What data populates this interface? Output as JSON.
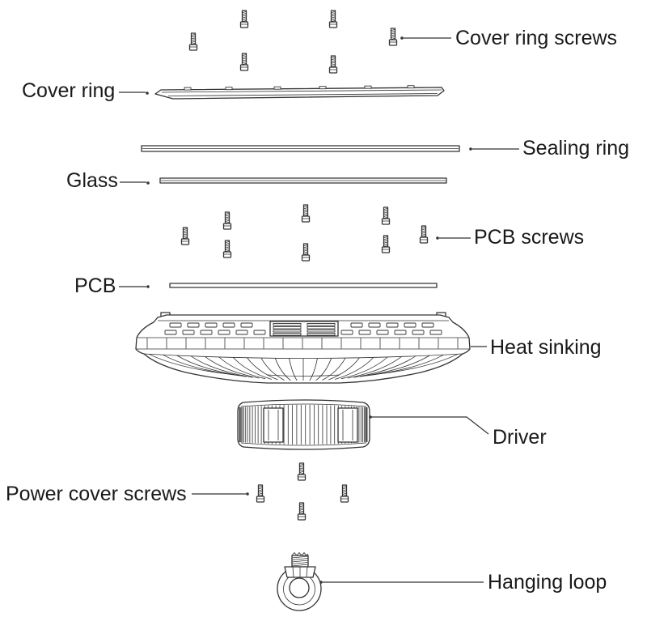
{
  "labels": {
    "cover_ring_screws": "Cover ring screws",
    "cover_ring": "Cover ring",
    "sealing_ring": "Sealing ring",
    "glass": "Glass",
    "pcb_screws": "PCB screws",
    "pcb": "PCB",
    "heat_sinking": "Heat sinking",
    "driver": "Driver",
    "power_cover_screws": "Power cover screws",
    "hanging_loop": "Hanging loop"
  },
  "colors": {
    "line": "#333333",
    "text": "#1a1a1a",
    "background": "#ffffff"
  }
}
